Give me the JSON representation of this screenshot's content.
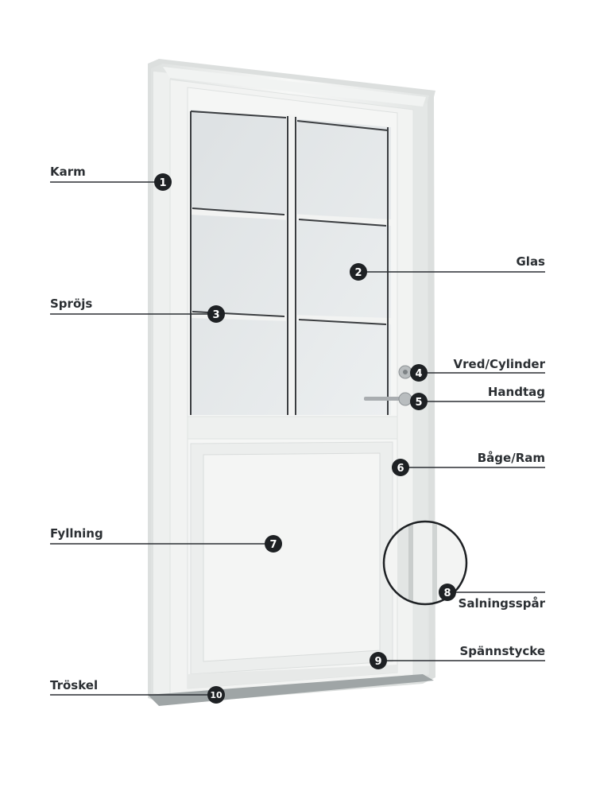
{
  "colors": {
    "line": "#2b2f33",
    "badge": "#1e2124",
    "door": "#f4f5f4",
    "frame": "#e9ebea",
    "glass": "#e6e9ea",
    "bars": "#3a3d40"
  },
  "callouts": [
    {
      "number": "1",
      "label": "Karm"
    },
    {
      "number": "2",
      "label": "Glas"
    },
    {
      "number": "3",
      "label": "Spröjs"
    },
    {
      "number": "4",
      "label": "Vred/Cylinder"
    },
    {
      "number": "5",
      "label": "Handtag"
    },
    {
      "number": "6",
      "label": "Båge/Ram"
    },
    {
      "number": "7",
      "label": "Fyllning"
    },
    {
      "number": "8",
      "label": "Salningsspår"
    },
    {
      "number": "9",
      "label": "Spännstycke"
    },
    {
      "number": "10",
      "label": "Tröskel"
    }
  ]
}
